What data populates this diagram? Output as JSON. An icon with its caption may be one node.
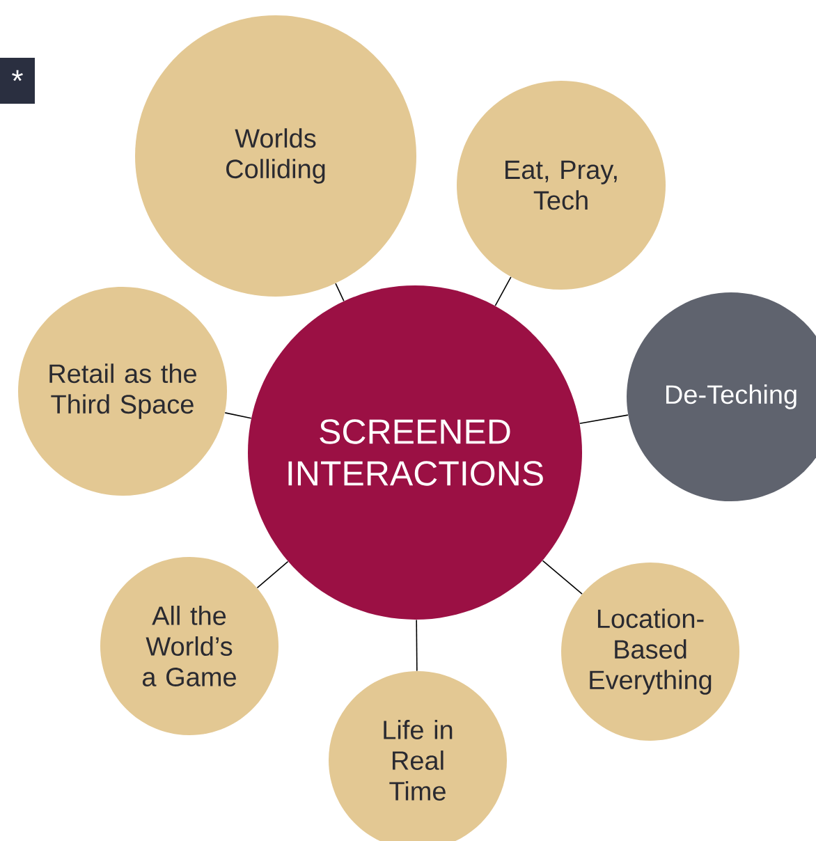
{
  "diagram": {
    "nodes": [
      {
        "text": [
          "SCREENED INTERACTIONS"
        ]
      },
      {
        "text": [
          "Worlds Colliding"
        ]
      },
      {
        "text": [
          "Eat, Pray, Tech"
        ]
      },
      {
        "text": [
          "De-Teching"
        ]
      },
      {
        "text": [
          "Retail as the Third Space"
        ]
      },
      {
        "text": [
          "All the World’s a Game"
        ]
      },
      {
        "text": [
          "Life in Real Time"
        ]
      },
      {
        "text": [
          "Location-Based Everything"
        ]
      }
    ],
    "edges": [
      {
        "from": 0,
        "to": 1,
        "arrow": "none"
      },
      {
        "from": 0,
        "to": 2,
        "arrow": "none"
      },
      {
        "from": 0,
        "to": 3,
        "arrow": "none"
      },
      {
        "from": 0,
        "to": 4,
        "arrow": "none"
      },
      {
        "from": 0,
        "to": 5,
        "arrow": "none"
      },
      {
        "from": 0,
        "to": 6,
        "arrow": "none"
      },
      {
        "from": 0,
        "to": 7,
        "arrow": "none"
      }
    ],
    "labels": [
      "*"
    ]
  }
}
